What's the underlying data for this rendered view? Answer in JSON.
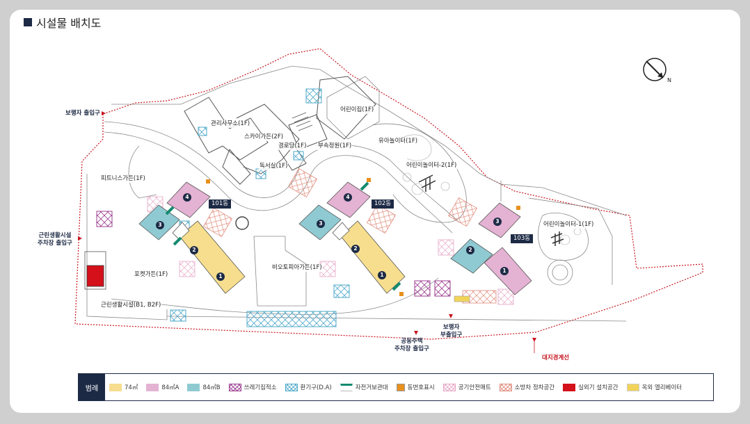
{
  "title": "시설물 배치도",
  "labels": {
    "pedestrian_entrance": "보행자 출입구",
    "admin_office": "관리사무소(1F)",
    "sky_garden": "스카이가든(2F)",
    "senior_center": "경로당(1F)",
    "reading_room": "독서실(1F)",
    "daycare": "어린이집(1F)",
    "annex_garden": "부속정원(1F)",
    "toddler_play": "유아놀이터(1F)",
    "kids_play_2": "어린이놀이터-2(1F)",
    "kids_play_1": "어린이놀이터-1(1F)",
    "fitness_garden": "피트니스가든(1F)",
    "neighborhood_parking": "근린생활시설\n주차장 출입구",
    "pocket_garden": "포켓가든(1F)",
    "neighborhood_facility": "근린생활시설(B1, B2F)",
    "biotope": "비오토피아가든(1F)",
    "apartment_parking": "공동주택\n주차장 출입구",
    "pedestrian_sub_entrance": "보행자\n부출입구",
    "site_boundary": "대지경계선"
  },
  "dongs": {
    "d101": "101동",
    "d102": "102동",
    "d103": "103동"
  },
  "unit_numbers": {
    "u1": "1",
    "u2": "2",
    "u3": "3",
    "u4": "4"
  },
  "legend": {
    "head": "범례",
    "items": [
      {
        "label": "74㎡",
        "color": "#f6de8e"
      },
      {
        "label": "84㎡A",
        "color": "#e4b2d3"
      },
      {
        "label": "84㎡B",
        "color": "#8fcad2"
      },
      {
        "label": "쓰레기집적소",
        "color": "#9b3c8f"
      },
      {
        "label": "환기구(D.A)",
        "color": "#4fa9c9"
      },
      {
        "label": "자전거보관대",
        "color": "#128a6e"
      },
      {
        "label": "동번호표시",
        "color": "#e8901e"
      },
      {
        "label": "공기안전매트",
        "color": "#e6a6c6"
      },
      {
        "label": "소방차 정차공간",
        "color": "#e08a7a"
      },
      {
        "label": "실외기 설치공간",
        "color": "#d4101a"
      },
      {
        "label": "옥외 엘리베이터",
        "color": "#f2d45a"
      }
    ]
  },
  "colors": {
    "navy": "#1d2a45",
    "boundary": "#c8141e",
    "line": "#777777"
  }
}
